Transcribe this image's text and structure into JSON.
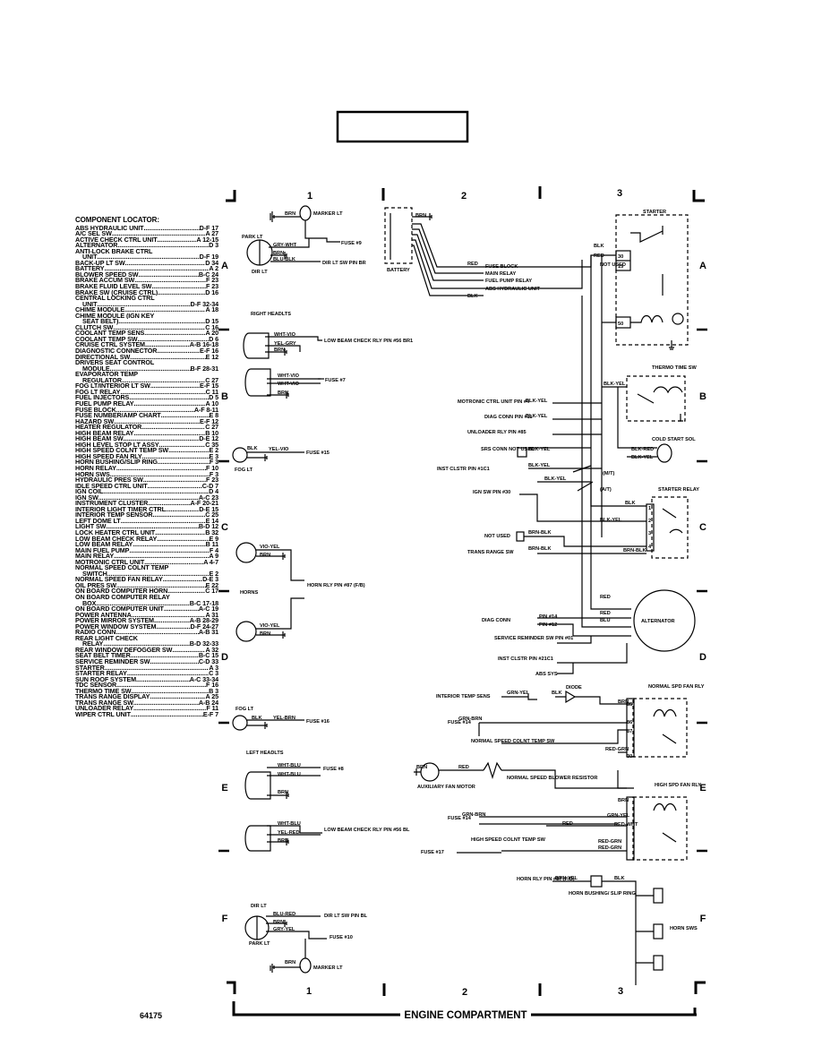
{
  "grid": {
    "columns": [
      "1",
      "2",
      "3"
    ],
    "rows": [
      "A",
      "B",
      "C",
      "D",
      "E",
      "F"
    ]
  },
  "page_number": "64175",
  "footer_title": "ENGINE COMPARTMENT",
  "locator": {
    "title": "COMPONENT LOCATOR:",
    "items": [
      {
        "name": "ABS HYDRAULIC UNIT",
        "ref": "D-F 17"
      },
      {
        "name": "A/C SEL SW",
        "ref": "A 27"
      },
      {
        "name": "ACTIVE CHECK CTRL UNIT",
        "ref": "A 12-15"
      },
      {
        "name": "ALTERNATOR",
        "ref": "D 3"
      },
      {
        "name": "ANTI-LOCK BRAKE CTRL",
        "ref": ""
      },
      {
        "name": "UNIT",
        "ref": "D-F 19",
        "indent": true
      },
      {
        "name": "BACK-UP LT SW",
        "ref": "D 34"
      },
      {
        "name": "BATTERY",
        "ref": "A 2"
      },
      {
        "name": "BLOWER SPEED SW",
        "ref": "B-C 24"
      },
      {
        "name": "BRAKE ACCUM SW",
        "ref": "F 23"
      },
      {
        "name": "BRAKE FLUID LEVEL SW",
        "ref": "F 23"
      },
      {
        "name": "BRAKE SW (CRUISE CTRL)",
        "ref": "D 16"
      },
      {
        "name": "CENTRAL LOCKING CTRL",
        "ref": ""
      },
      {
        "name": "UNIT",
        "ref": "D-F 32-34",
        "indent": true
      },
      {
        "name": "CHIME MODULE",
        "ref": "A 18"
      },
      {
        "name": "CHIME MODULE (IGN KEY",
        "ref": ""
      },
      {
        "name": "SEAT BELT)",
        "ref": "D 15",
        "indent": true
      },
      {
        "name": "CLUTCH SW",
        "ref": "C 16"
      },
      {
        "name": "COOLANT TEMP SENS",
        "ref": "A 20"
      },
      {
        "name": "COOLANT TEMP SW",
        "ref": "D 6"
      },
      {
        "name": "CRUISE CTRL SYSTEM",
        "ref": "A-B 16-18"
      },
      {
        "name": "DIAGNOSTIC CONNECTOR",
        "ref": "E-F 16"
      },
      {
        "name": "DIRECTIONAL SW",
        "ref": "E 12"
      },
      {
        "name": "DRIVERS SEAT CONTROL",
        "ref": ""
      },
      {
        "name": "MODULE",
        "ref": "B-F 28-31",
        "indent": true
      },
      {
        "name": "EVAPORATOR TEMP",
        "ref": ""
      },
      {
        "name": "REGULATOR",
        "ref": "C 27",
        "indent": true
      },
      {
        "name": "FOG LT/INTERIOR LT SW",
        "ref": "E-F 15"
      },
      {
        "name": "FOG LT RELAY",
        "ref": "C 11"
      },
      {
        "name": "FUEL INJECTORS",
        "ref": "D 5"
      },
      {
        "name": "FUEL PUMP RELAY",
        "ref": "A 10"
      },
      {
        "name": "FUSE BLOCK",
        "ref": "A-F 8-11"
      },
      {
        "name": "FUSE NUMBER/AMP CHART",
        "ref": "E 8"
      },
      {
        "name": "HAZARD SW",
        "ref": "E-F 12"
      },
      {
        "name": "HEATER REGULATOR",
        "ref": "C 27"
      },
      {
        "name": "HIGH BEAM RELAY",
        "ref": "B 10"
      },
      {
        "name": "HIGH BEAM SW",
        "ref": "D-E 12"
      },
      {
        "name": "HIGH LEVEL STOP LT ASSY",
        "ref": "C 35"
      },
      {
        "name": "HIGH SPEED COLNT TEMP SW",
        "ref": "E 2"
      },
      {
        "name": "HIGH SPEED FAN RLY",
        "ref": "E 3"
      },
      {
        "name": "HORN BUSHING/SLIP RING",
        "ref": "F 3"
      },
      {
        "name": "HORN RELAY",
        "ref": "F 10"
      },
      {
        "name": "HORN SWS",
        "ref": "F 3"
      },
      {
        "name": "HYDRAULIC PRES SW",
        "ref": "F 23"
      },
      {
        "name": "IDLE SPEED CTRL UNIT",
        "ref": "C-D 7"
      },
      {
        "name": "IGN COIL",
        "ref": "D 4"
      },
      {
        "name": "IGN SW",
        "ref": "A-C 23"
      },
      {
        "name": "INSTRUMENT CLUSTER",
        "ref": "A-F 20-21"
      },
      {
        "name": "INTERIOR LIGHT TIMER CTRL",
        "ref": "D-E 15"
      },
      {
        "name": "INTERIOR TEMP SENSOR",
        "ref": "C 25"
      },
      {
        "name": "LEFT DOME LT",
        "ref": "E 14"
      },
      {
        "name": "LIGHT SW",
        "ref": "B-D 12"
      },
      {
        "name": "LOCK HEATER CTRL UNIT",
        "ref": "B 32"
      },
      {
        "name": "LOW BEAM CHECK RELAY",
        "ref": "E 9"
      },
      {
        "name": "LOW BEAM RELAY",
        "ref": "B 11"
      },
      {
        "name": "MAIN FUEL PUMP",
        "ref": "F 4"
      },
      {
        "name": "MAIN RELAY",
        "ref": "A 9"
      },
      {
        "name": "MOTRONIC CTRL UNIT",
        "ref": "A 4-7"
      },
      {
        "name": "NORMAL SPEED COLNT TEMP",
        "ref": ""
      },
      {
        "name": "SWITCH",
        "ref": "E 2",
        "indent": true
      },
      {
        "name": "NORMAL SPEED FAN RELAY",
        "ref": "D-E 3"
      },
      {
        "name": "OIL PRES SW",
        "ref": "E 22"
      },
      {
        "name": "ON BOARD COMPUTER HORN",
        "ref": "C 17"
      },
      {
        "name": "ON BOARD COMPUTER RELAY",
        "ref": ""
      },
      {
        "name": "BOX",
        "ref": "B-C 17-18",
        "indent": true
      },
      {
        "name": "ON BOARD COMPUTER UNIT",
        "ref": "A-C 19"
      },
      {
        "name": "POWER ANTENNA",
        "ref": "A 31"
      },
      {
        "name": "POWER MIRROR SYSTEM",
        "ref": "A-B 28-29"
      },
      {
        "name": "POWER WINDOW SYSTEM",
        "ref": "D-F 24-27"
      },
      {
        "name": "RADIO CONN",
        "ref": "A-B 31"
      },
      {
        "name": "REAR LIGHT CHECK",
        "ref": ""
      },
      {
        "name": "RELAY",
        "ref": "B-D 32-33",
        "indent": true
      },
      {
        "name": "REAR WINDOW DEFOGGER SW",
        "ref": "A 32"
      },
      {
        "name": "SEAT BELT TIMER",
        "ref": "B-C 15"
      },
      {
        "name": "SERVICE REMINDER SW",
        "ref": "C-D 33"
      },
      {
        "name": "STARTER",
        "ref": "A 3"
      },
      {
        "name": "STARTER RELAY",
        "ref": "C 3"
      },
      {
        "name": "SUN ROOF SYSTEM",
        "ref": "A-C 33-34"
      },
      {
        "name": "TDC SENSOR",
        "ref": "F 16"
      },
      {
        "name": "THERMO TIME SW",
        "ref": "B 3"
      },
      {
        "name": "TRANS RANGE DISPLAY",
        "ref": "A 25"
      },
      {
        "name": "TRANS RANGE SW",
        "ref": "A-B 24"
      },
      {
        "name": "UNLOADER RELAY",
        "ref": "F 11"
      },
      {
        "name": "WIPER CTRL UNIT",
        "ref": "E-F 7"
      }
    ]
  },
  "labels": {
    "marker_lt": "MARKER LT",
    "park_lt": "PARK LT",
    "dir_lt": "DIR LT",
    "fuse9": "FUSE #9",
    "dir_lt_sw_br": "DIR LT SW PIN BR",
    "right_headlts": "RIGHT HEADLTS",
    "low_beam_check_rly_br1": "LOW BEAM CHECK RLY PIN #56 BR1",
    "fuse7": "FUSE #7",
    "fog_lt": "FOG LT",
    "fuse15": "FUSE #15",
    "horns": "HORNS",
    "horn_rly_87": "HORN RLY PIN #87 (F/B)",
    "fuse16": "FUSE #16",
    "left_headlts": "LEFT HEADLTS",
    "fuse8": "FUSE #8",
    "low_beam_check_rly_bl": "LOW BEAM CHECK RLY PIN #56 BL",
    "dir_lt_sw_bl": "DIR LT SW PIN BL",
    "fuse10": "FUSE #10",
    "battery": "BATTERY",
    "fuse_block": "FUSE BLOCK",
    "main_relay": "MAIN RELAY",
    "fuel_pump_relay": "FUEL PUMP RELAY",
    "abs_hydraulic_unit": "ABS HYDRAULIC UNIT",
    "starter": "STARTER",
    "not_used": "NOT USED",
    "thermo_time_sw": "THERMO TIME SW",
    "cold_start_sol": "COLD START SOL",
    "motronic_pin4": "MOTRONIC CTRL UNIT PIN #4",
    "diag_conn_pin11": "DIAG CONN PIN #11",
    "unloader_rly_pin85": "UNLOADER RLY PIN #85",
    "srs_conn": "SRS CONN NOT USED",
    "inst_clstr_1c1": "INST CLSTR PIN #1C1",
    "mt": "(M/T)",
    "at": "(A/T)",
    "ign_sw_pin30": "IGN SW PIN #30",
    "starter_relay": "STARTER RELAY",
    "not_used2": "NOT USED",
    "trans_range_sw": "TRANS RANGE SW",
    "diag_conn": "DIAG CONN",
    "pin14": "PIN #14",
    "pin12": "PIN #12",
    "alternator": "ALTERNATOR",
    "service_reminder": "SERVICE REMINDER SW PIN #01",
    "inst_clstr_21c1": "INST CLSTR PIN #21C1",
    "abs_sys": "ABS SYS",
    "interior_temp_sens": "INTERIOR TEMP SENS",
    "diode": "DIODE",
    "normal_spd_fan_rly": "NORMAL SPD FAN RLY",
    "fuse14": "FUSE #14",
    "normal_speed_colnt_temp_sw": "NORMAL SPEED COLNT TEMP SW",
    "normal_speed_blower_resistor": "NORMAL SPEED BLOWER RESISTOR",
    "auxiliary_fan_motor": "AUXILIARY FAN MOTOR",
    "high_spd_fan_rly": "HIGH SPD FAN RLY",
    "fuse14b": "FUSE #14",
    "high_speed_colnt_temp_sw": "HIGH SPEED COLNT TEMP SW",
    "fuse17": "FUSE #17",
    "horn_rly_87b": "HORN RLY PIN #87 (F/B)",
    "horn_bushing": "HORN BUSHING/ SLIP RING",
    "horn_sws": "HORN SWS"
  },
  "wire_colors": {
    "brn": "BRN",
    "gry_wht": "GRY-WHT",
    "blu_blk": "BLU-BLK",
    "wht_vio": "WHT-VIO",
    "yel_gry": "YEL-GRY",
    "blk": "BLK",
    "yel_vio": "YEL-VIO",
    "vio_yel": "VIO-YEL",
    "yel_brn": "YEL-BRN",
    "wht_blu": "WHT-BLU",
    "yel_red": "YEL-RED",
    "blu_red": "BLU-RED",
    "gry_yel": "GRY-YEL",
    "red": "RED",
    "blk_yel": "BLK-YEL",
    "blk_red": "BLK-RED",
    "brn_blk": "BRN-BLK",
    "blu": "BLU",
    "grn_yel": "GRN-YEL",
    "grn_brn": "GRN-BRN",
    "red_grn": "RED-GRN",
    "red_wht": "RED-WHT",
    "brn_yel": "BRN-YEL",
    "gry_wht_v": "GRY-WHT"
  },
  "pins": {
    "p30": "30",
    "p15": "15",
    "p50": "50",
    "p85": "85",
    "p86": "86",
    "p87": "87",
    "p1": "1",
    "p2": "2",
    "p3": "3",
    "p4": "4"
  }
}
